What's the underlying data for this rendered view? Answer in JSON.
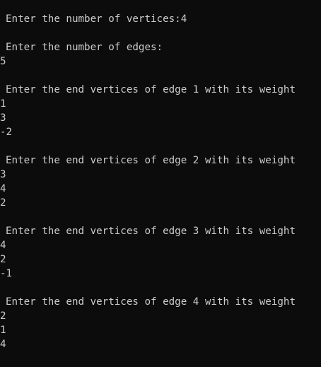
{
  "console": {
    "vertices_prompt": "Enter the number of vertices:4",
    "edges_prompt": "Enter the number of edges:",
    "edges_value": "5",
    "edge_blocks": [
      {
        "prompt": "Enter the end vertices of edge 1 with its weight",
        "values": [
          "1",
          "3",
          "-2"
        ]
      },
      {
        "prompt": "Enter the end vertices of edge 2 with its weight",
        "values": [
          "3",
          "4",
          "2"
        ]
      },
      {
        "prompt": "Enter the end vertices of edge 3 with its weight",
        "values": [
          "4",
          "2",
          "-1"
        ]
      },
      {
        "prompt": "Enter the end vertices of edge 4 with its weight",
        "values": [
          "2",
          "1",
          "4"
        ]
      }
    ]
  },
  "colors": {
    "background": "#0c0c0c",
    "text": "#cccccc"
  }
}
